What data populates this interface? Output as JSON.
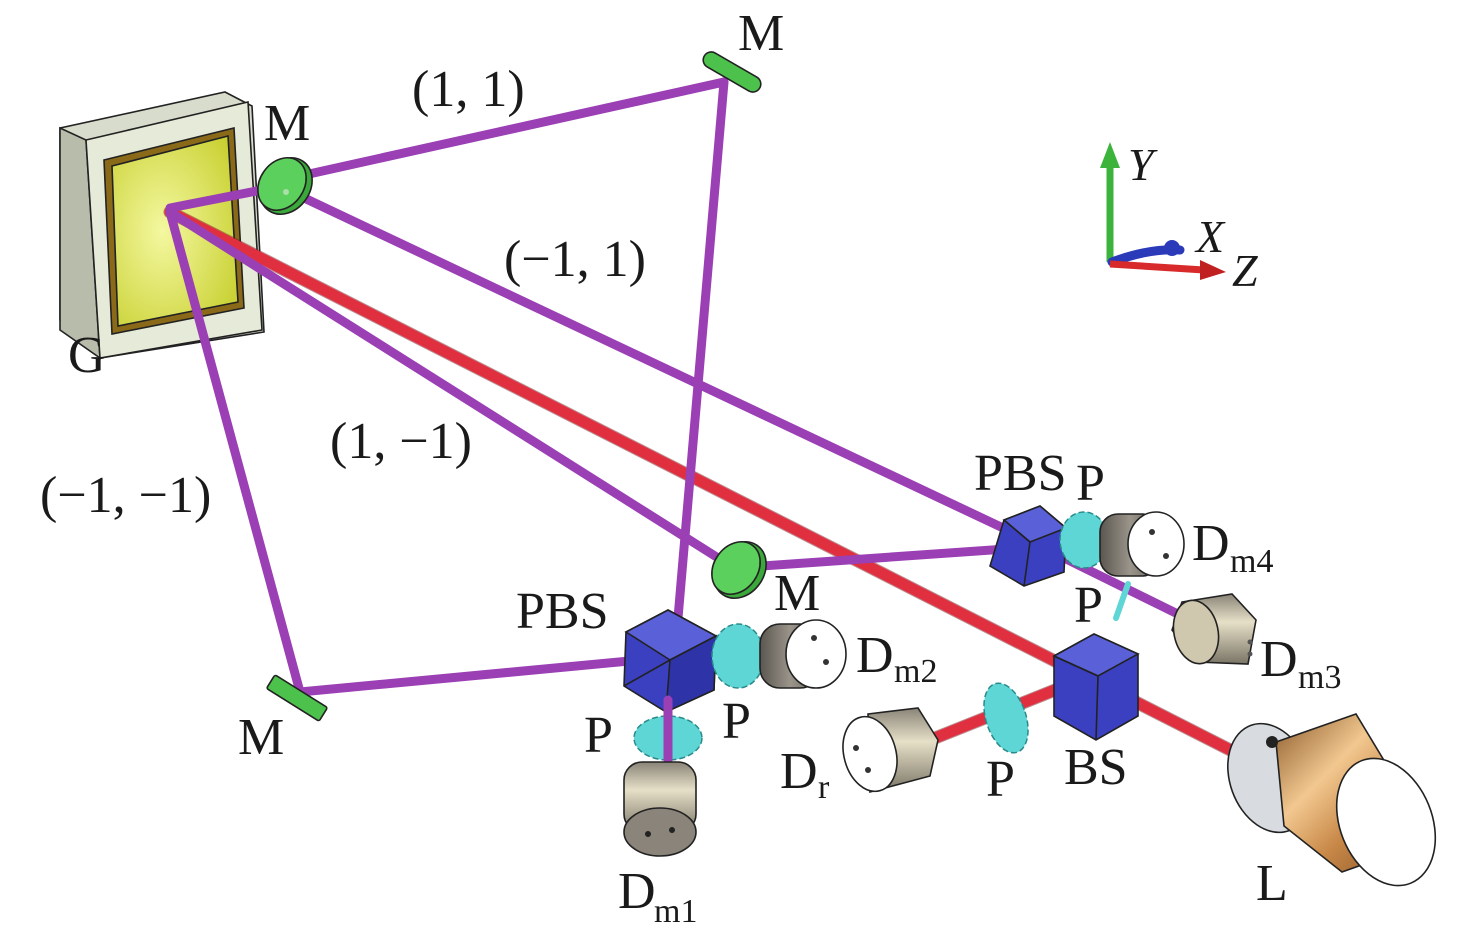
{
  "figure": {
    "description": "Optical setup schematic of a grating-based multi-axis displacement measurement system",
    "colors": {
      "measurement_beam": "#9b3fb5",
      "laser_beam": "#e03040",
      "mirror": "#4cc24c",
      "polarizer": "#5fd6d6",
      "beam_splitter_cube": "#3a3fc4",
      "grating": "#d8e040",
      "detector_body": "#c8bfa0",
      "laser_body": "#d49a5a",
      "axis_y": "#3cb43c",
      "axis_x": "#2a3ab8",
      "axis_z": "#d82a2a"
    }
  },
  "labels": {
    "grating": "G",
    "mirror_near_grating": "M",
    "mirror_top": "M",
    "mirror_middle": "M",
    "mirror_bottom_left": "M",
    "order_1_1": "(1, 1)",
    "order_m1_1": "(−1, 1)",
    "order_1_m1": "(1, −1)",
    "order_m1_m1": "(−1, −1)",
    "pbs_left": "PBS",
    "pbs_right": "PBS",
    "pbs_right_polarizer": "P",
    "polarizer_dm1": "P",
    "polarizer_dm2": "P",
    "polarizer_dm3": "P",
    "polarizer_dr": "P",
    "beam_splitter": "BS",
    "laser": "L",
    "detector_prefix": "D",
    "dm1_sub": "m1",
    "dm2_sub": "m2",
    "dm3_sub": "m3",
    "dm4_sub": "m4",
    "dr_sub": "r"
  },
  "axes": {
    "y_label": "Y",
    "x_label": "X",
    "z_label": "Z"
  }
}
